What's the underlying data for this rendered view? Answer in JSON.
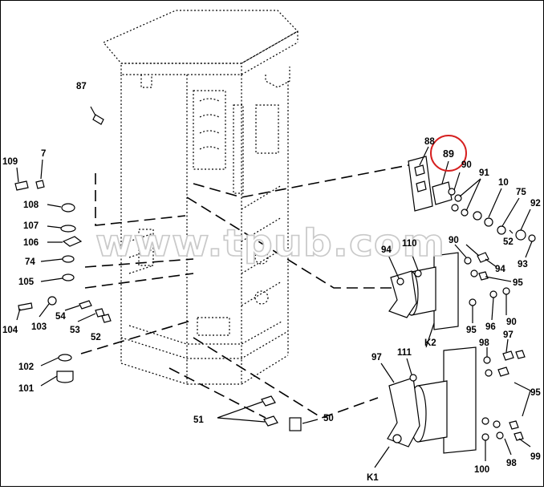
{
  "labels": {
    "l87": "87",
    "l109": "109",
    "l7": "7",
    "l108": "108",
    "l107": "107",
    "l106": "106",
    "l74": "74",
    "l105": "105",
    "l104": "104",
    "l103": "103",
    "l54": "54",
    "l53": "53",
    "l52a": "52",
    "l102": "102",
    "l101": "101",
    "l51": "51",
    "l50": "50",
    "l88": "88",
    "l89": "89",
    "l90a": "90",
    "l91": "91",
    "l10": "10",
    "l75": "75",
    "l92": "92",
    "l52b": "52",
    "l93": "93",
    "l110": "110",
    "l94a": "94",
    "l90b": "90",
    "l94b": "94",
    "l95a": "95",
    "lK2": "K2",
    "l95b": "95",
    "l96": "96",
    "l90c": "90",
    "l97a": "97",
    "l111": "111",
    "l98a": "98",
    "l97b": "97",
    "l95c": "95",
    "lK1": "K1",
    "l100": "100",
    "l98b": "98",
    "l99": "99"
  },
  "watermark": "www.tpub.com",
  "highlight": {
    "label": "89",
    "color": "#d62020"
  }
}
